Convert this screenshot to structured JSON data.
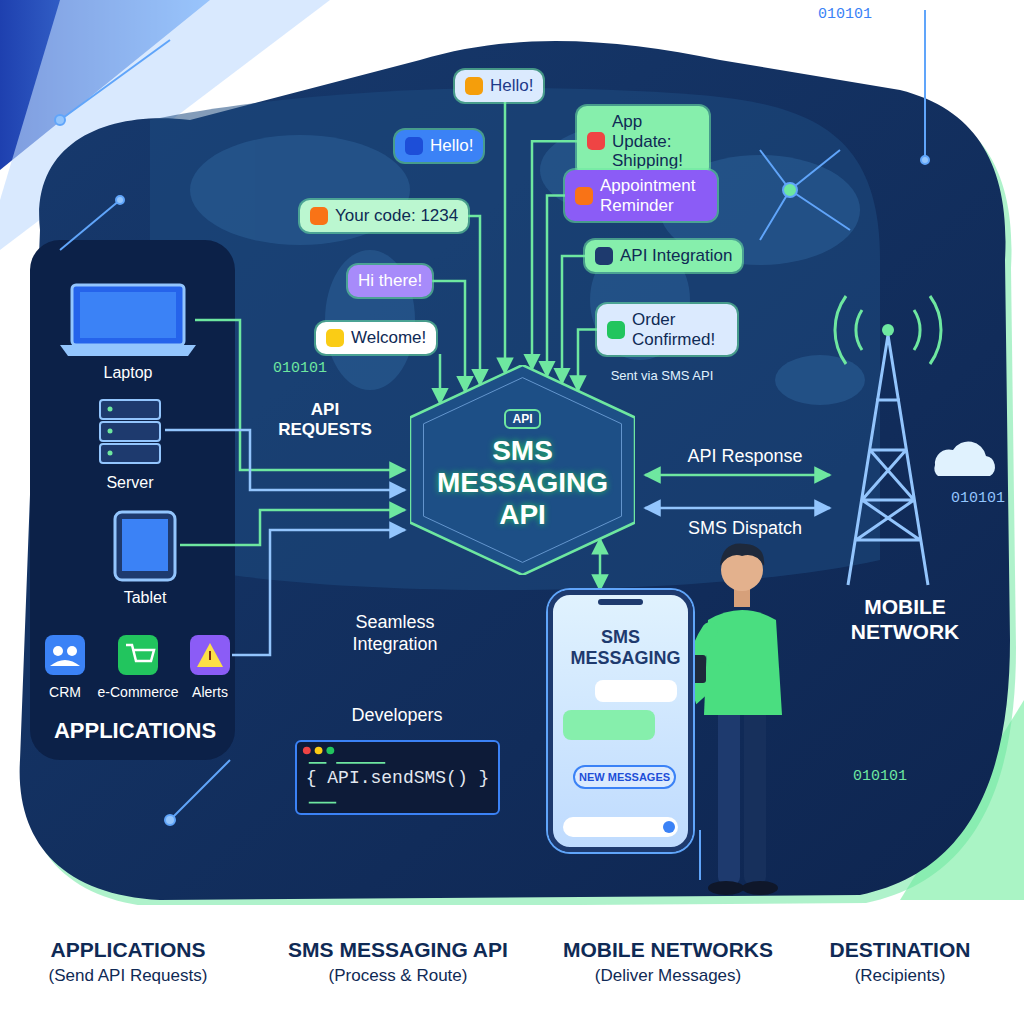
{
  "diagram": {
    "nodes": [
      {
        "text": [
          "Hello!"
        ]
      },
      {
        "text": [
          "Hello!"
        ]
      },
      {
        "text": [
          "App Update: Shipping!"
        ]
      },
      {
        "text": [
          "Appointment Reminder"
        ]
      },
      {
        "text": [
          "Your code: 1234"
        ]
      },
      {
        "text": [
          "API Integration"
        ]
      },
      {
        "text": [
          "Hi there!"
        ]
      },
      {
        "text": [
          "Welcome!"
        ]
      },
      {
        "text": [
          "Order Confirmed!"
        ]
      },
      {
        "text": [
          "API",
          "SMS MESSAGING API"
        ]
      },
      {
        "text": [
          "SMS MESSAGING"
        ]
      },
      {
        "text": [
          "NEW MESSAGES"
        ],
        "in": 10
      },
      {
        "text": [
          "{ API.sendSMS() }"
        ]
      }
    ],
    "edges": [
      {
        "from": 0,
        "to": 9,
        "arrow": "to"
      },
      {
        "from": 4,
        "to": 9,
        "arrow": "to"
      },
      {
        "from": 6,
        "to": 9,
        "arrow": "to"
      },
      {
        "from": 7,
        "to": 9,
        "arrow": "to"
      },
      {
        "from": 2,
        "to": 9,
        "arrow": "to"
      },
      {
        "from": 3,
        "to": 9,
        "arrow": "to"
      },
      {
        "from": 5,
        "to": 9,
        "arrow": "to"
      },
      {
        "from": 8,
        "to": 9,
        "arrow": "to"
      },
      {
        "from": 9,
        "to": 10,
        "arrow": "both"
      }
    ],
    "labels": [
      "010101",
      "Laptop",
      "Server",
      "Tablet",
      "CRM",
      "e-Commerce",
      "Alerts",
      "APPLICATIONS",
      "010101",
      "API REQUESTS",
      "Sent via SMS API",
      "API Response",
      "SMS Dispatch",
      "010101",
      "MOBILE NETWORK",
      "Seamless Integration",
      "Developers",
      "010101",
      "APPLICATIONS",
      "(Send API Requests)",
      "SMS MESSAGING API",
      "(Process & Route)",
      "MOBILE NETWORKS",
      "(Deliver Messages)",
      "DESTINATION",
      "(Recipients)"
    ]
  }
}
